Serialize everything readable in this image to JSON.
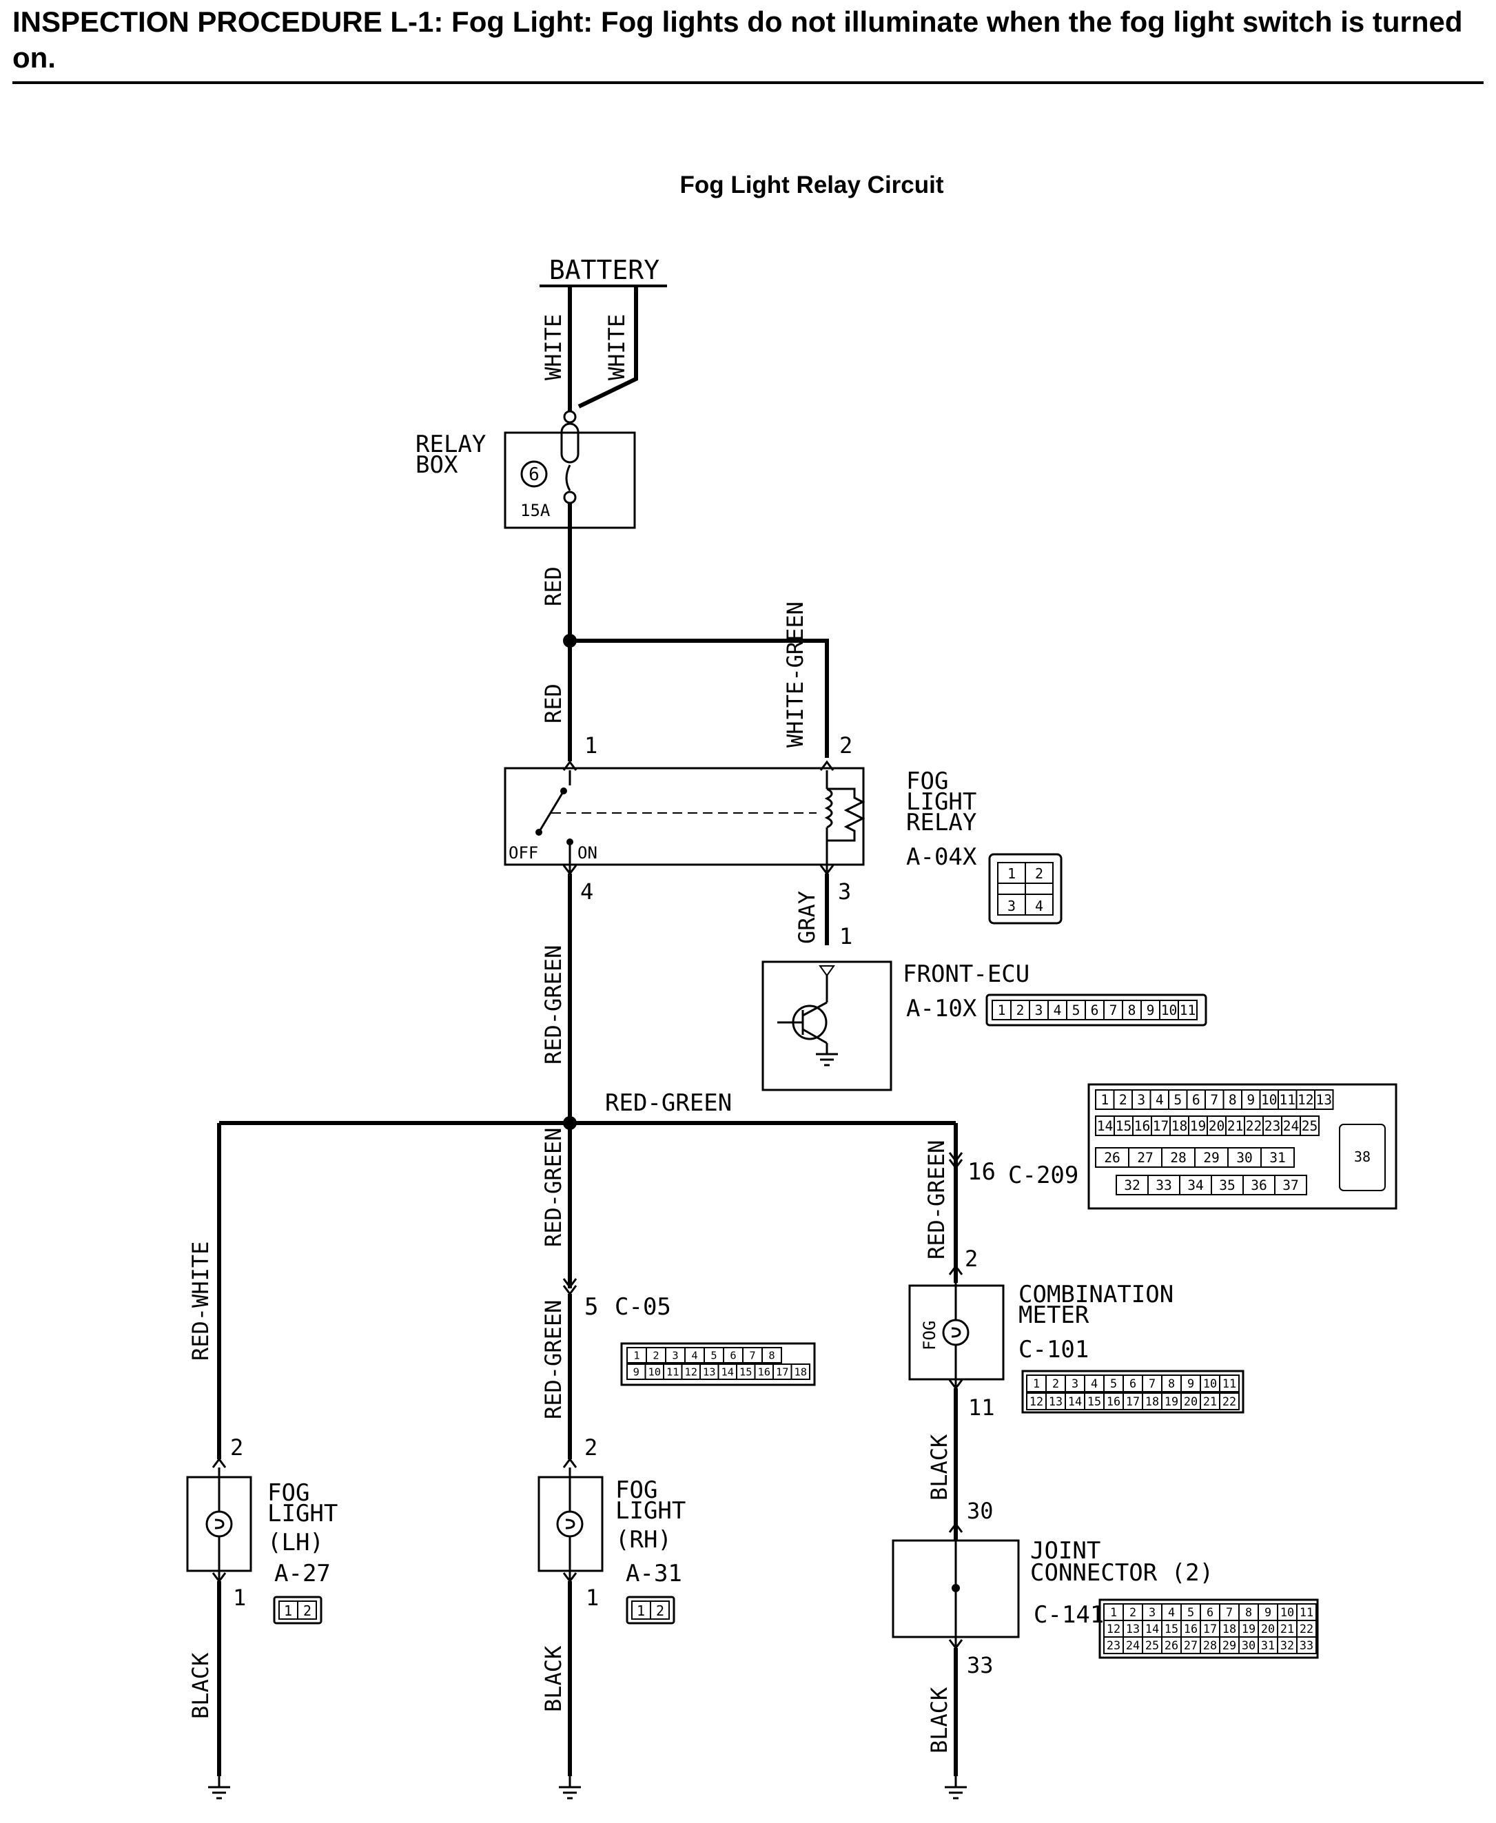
{
  "header": {
    "title": "INSPECTION PROCEDURE L-1: Fog Light: Fog lights do not illuminate when the fog light switch is turned on."
  },
  "diagram": {
    "title": "Fog Light Relay Circuit",
    "battery": "BATTERY",
    "wires": {
      "white_a": "WHITE",
      "white_b": "WHITE",
      "red_upper": "RED",
      "red_lower": "RED",
      "white_green": "WHITE-GREEN",
      "gray": "GRAY",
      "red_green_main": "RED-GREEN",
      "red_green_horizontal": "RED-GREEN",
      "red_white": "RED-WHITE",
      "red_green_center_upper": "RED-GREEN",
      "red_green_center_lower": "RED-GREEN",
      "red_green_right": "RED-GREEN",
      "black_lh": "BLACK",
      "black_rh": "BLACK",
      "black_meter": "BLACK",
      "black_joint": "BLACK"
    },
    "relay_box": {
      "name_line1": "RELAY",
      "name_line2": "BOX",
      "fuse_number": "6",
      "fuse_rating": "15A"
    },
    "fog_relay": {
      "name_line1": "FOG",
      "name_line2": "LIGHT",
      "name_line3": "RELAY",
      "code": "A-04X",
      "switch_off": "OFF",
      "switch_on": "ON",
      "pin1": "1",
      "pin2": "2",
      "pin3": "3",
      "pin4": "4",
      "connector_pins": [
        "1",
        "2",
        "3",
        "4"
      ]
    },
    "front_ecu": {
      "name": "FRONT-ECU",
      "code": "A-10X",
      "pin": "1",
      "connector_pins": [
        "1",
        "2",
        "3",
        "4",
        "5",
        "6",
        "7",
        "8",
        "9",
        "10",
        "11"
      ]
    },
    "c209": {
      "pin": "16",
      "code": "C-209",
      "row1": [
        "1",
        "2",
        "3",
        "4",
        "5",
        "6",
        "7",
        "8",
        "9",
        "10",
        "11",
        "12",
        "13"
      ],
      "row2": [
        "14",
        "15",
        "16",
        "17",
        "18",
        "19",
        "20",
        "21",
        "22",
        "23",
        "24",
        "25"
      ],
      "row3": [
        "26",
        "27",
        "28",
        "29",
        "30",
        "31"
      ],
      "row4": [
        "32",
        "33",
        "34",
        "35",
        "36",
        "37"
      ],
      "big": "38"
    },
    "c05": {
      "pin": "5",
      "code": "C-05",
      "row1": [
        "1",
        "2",
        "3",
        "4",
        "5",
        "6",
        "7",
        "8"
      ],
      "row2": [
        "9",
        "10",
        "11",
        "12",
        "13",
        "14",
        "15",
        "16",
        "17",
        "18"
      ]
    },
    "fog_lh": {
      "name_line1": "FOG",
      "name_line2": "LIGHT",
      "name_line3": "(LH)",
      "code": "A-27",
      "pin_top": "2",
      "pin_bottom": "1",
      "connector_pins": [
        "1",
        "2"
      ]
    },
    "fog_rh": {
      "name_line1": "FOG",
      "name_line2": "LIGHT",
      "name_line3": "(RH)",
      "code": "A-31",
      "pin_top": "2",
      "pin_bottom": "1",
      "connector_pins": [
        "1",
        "2"
      ]
    },
    "combination_meter": {
      "name_line1": "COMBINATION",
      "name_line2": "METER",
      "code": "C-101",
      "inner_label": "FOG",
      "pin_top": "2",
      "pin_bottom": "11",
      "row1": [
        "1",
        "2",
        "3",
        "4",
        "5",
        "6",
        "7",
        "8",
        "9",
        "10",
        "11"
      ],
      "row2": [
        "12",
        "13",
        "14",
        "15",
        "16",
        "17",
        "18",
        "19",
        "20",
        "21",
        "22"
      ]
    },
    "joint_connector": {
      "name_line1": "JOINT",
      "name_line2": "CONNECTOR (2)",
      "code": "C-141",
      "pin_top": "30",
      "pin_bottom": "33",
      "row1": [
        "1",
        "2",
        "3",
        "4",
        "5",
        "6",
        "7",
        "8",
        "9",
        "10",
        "11"
      ],
      "row2": [
        "12",
        "13",
        "14",
        "15",
        "16",
        "17",
        "18",
        "19",
        "20",
        "21",
        "22"
      ],
      "row3": [
        "23",
        "24",
        "25",
        "26",
        "27",
        "28",
        "29",
        "30",
        "31",
        "32",
        "33"
      ]
    },
    "colors": {
      "ink": "#000000",
      "paper": "#ffffff"
    }
  }
}
